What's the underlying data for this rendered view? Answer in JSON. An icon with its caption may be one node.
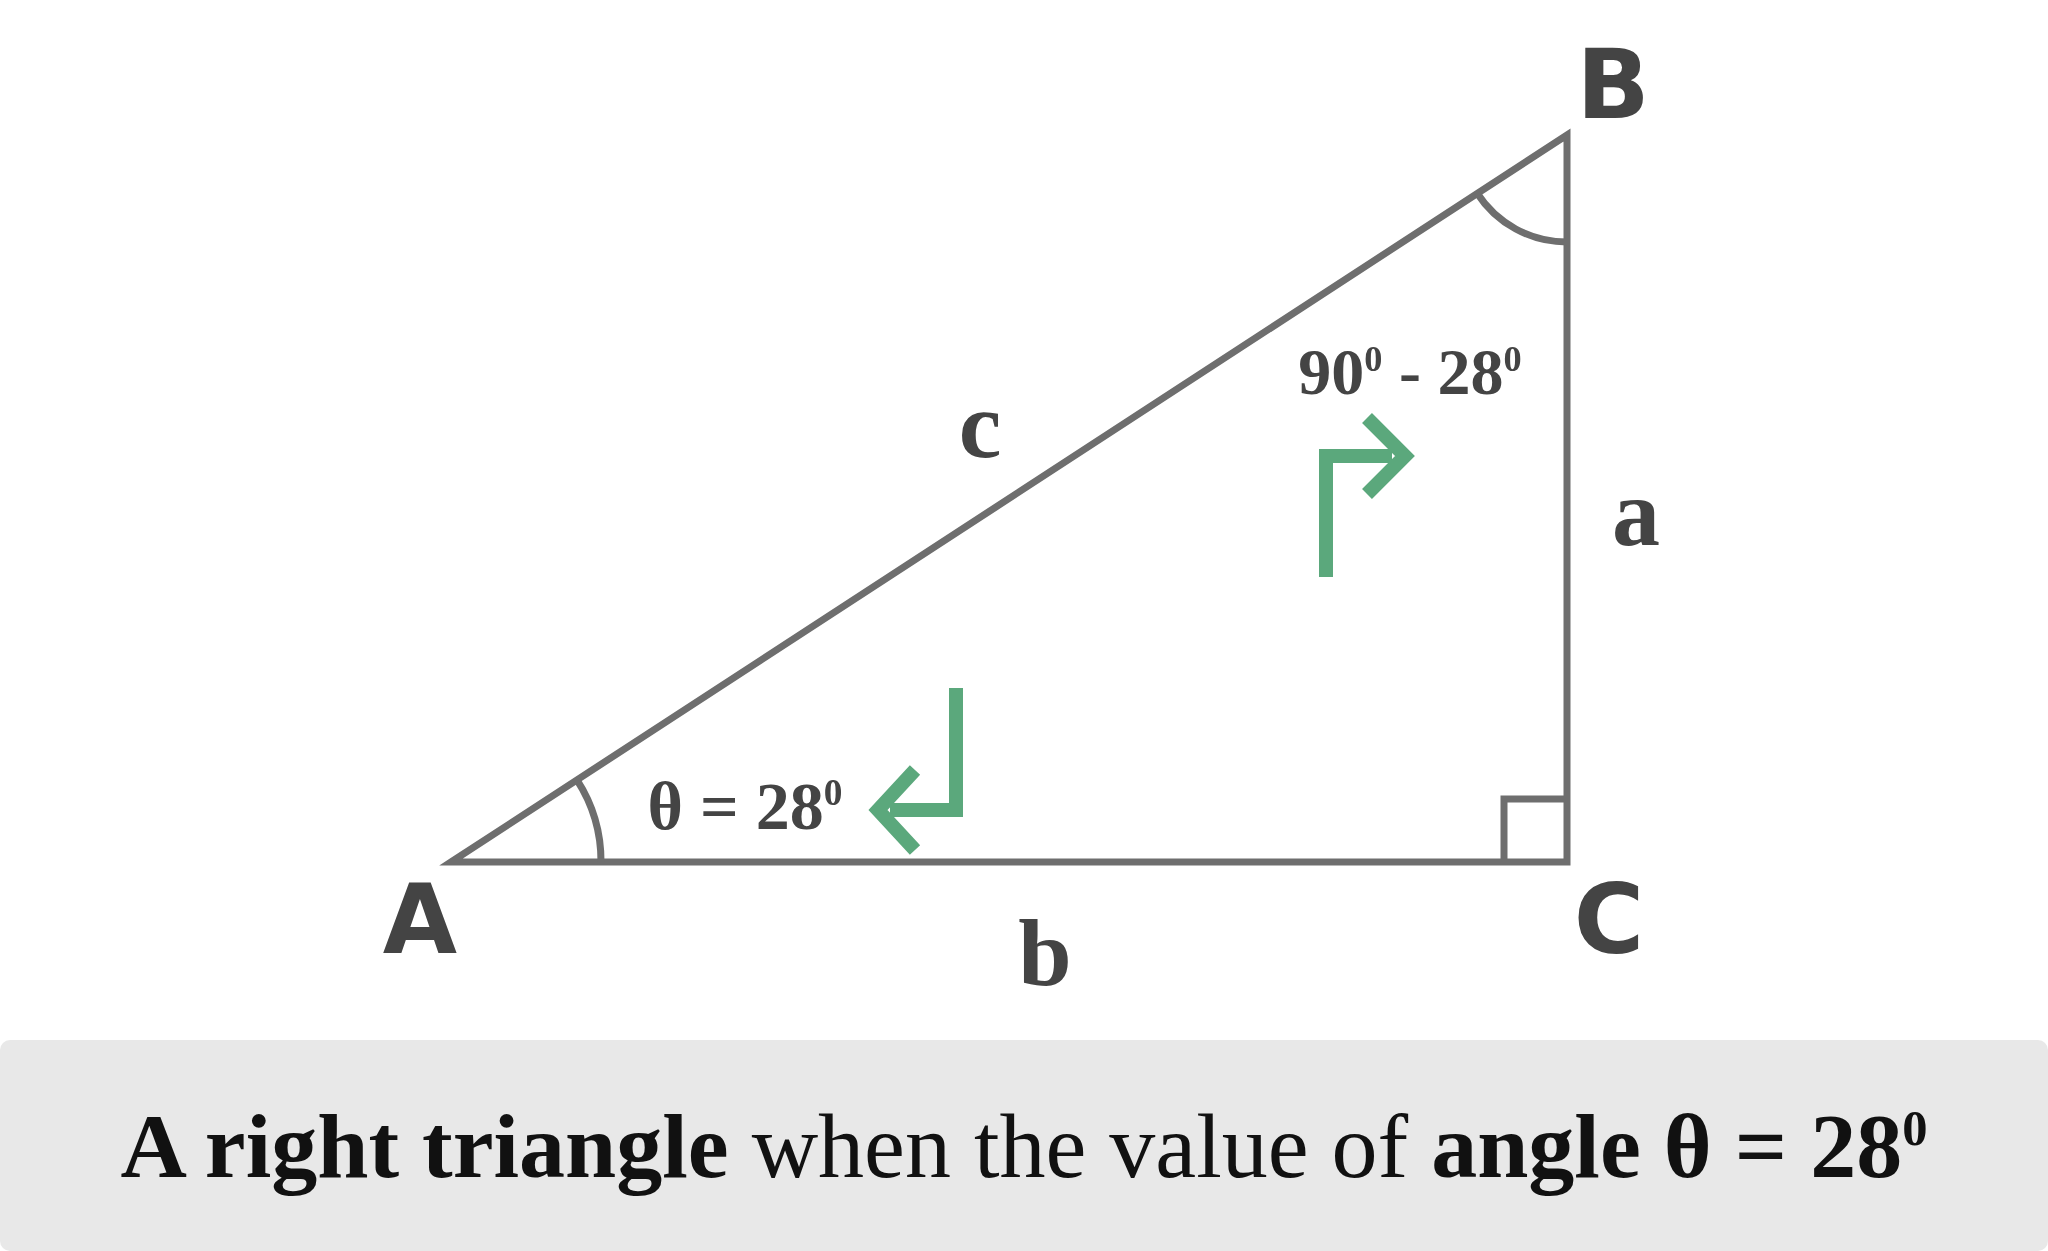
{
  "diagram": {
    "caption": "**A right triangle** when the value of **angle θ = 28$^{0}$**",
    "labels": [
      "B",
      "90$^{0}$ - 28$^{0}$",
      "c",
      "a",
      "θ = 28$^{0}$",
      "A",
      "C",
      "b"
    ]
  }
}
